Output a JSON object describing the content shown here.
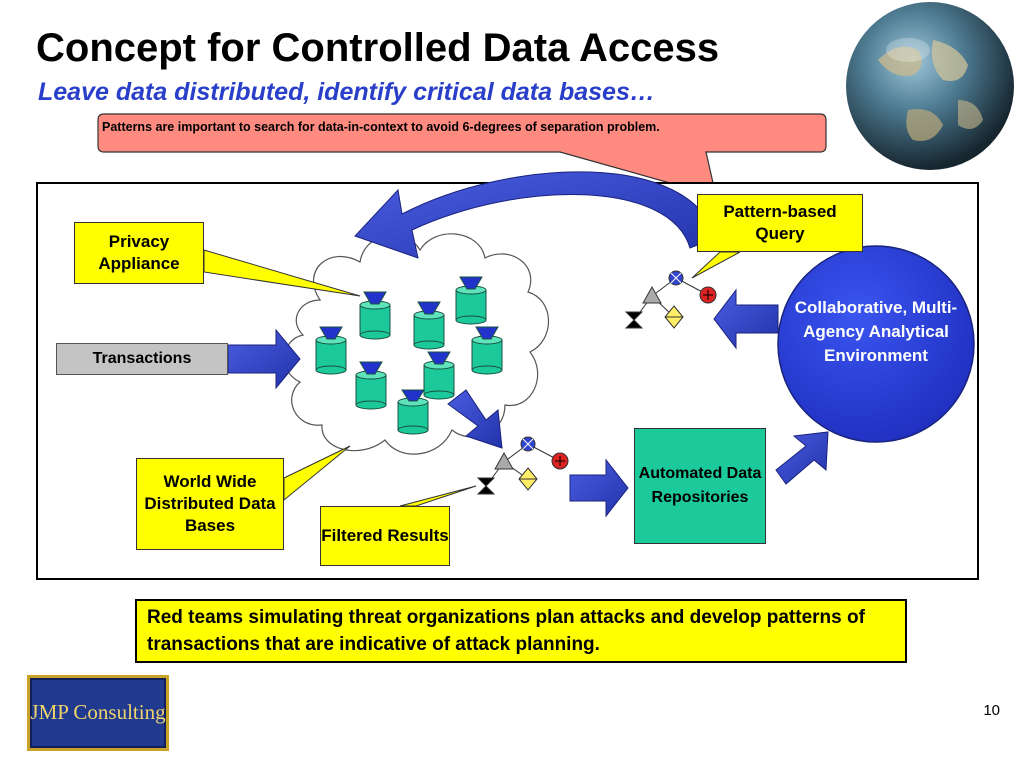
{
  "slide": {
    "title": "Concept for Controlled Data Access",
    "subtitle": "Leave data distributed, identify critical data bases…",
    "callout": "Patterns are important to search for data-in-context to avoid 6-degrees of separation  problem.",
    "page_number": "10"
  },
  "diagram": {
    "privacy_appliance": "Privacy Appliance",
    "transactions": "Transactions",
    "world_wide_db": "World Wide Distributed Data Bases",
    "filtered_results": "Filtered Results",
    "pattern_query": "Pattern-based Query",
    "automated_repos": "Automated Data Repositories",
    "collaborative_env": "Collaborative, Multi-Agency Analytical Environment"
  },
  "note": {
    "red_teams": "Red teams simulating threat organizations plan attacks and develop patterns of transactions that are indicative of attack planning."
  },
  "logo": {
    "text": "JMP Consulting"
  },
  "colors": {
    "subtitle_blue": "#2a3fc9",
    "callout_fill": "#ff8a80",
    "box_yellow": "#ffff00",
    "arrow_blue": "#3344cc",
    "circle_blue": "#2a3fd8",
    "db_green": "#1cc99a",
    "logo_navy": "#1f3a8f"
  }
}
